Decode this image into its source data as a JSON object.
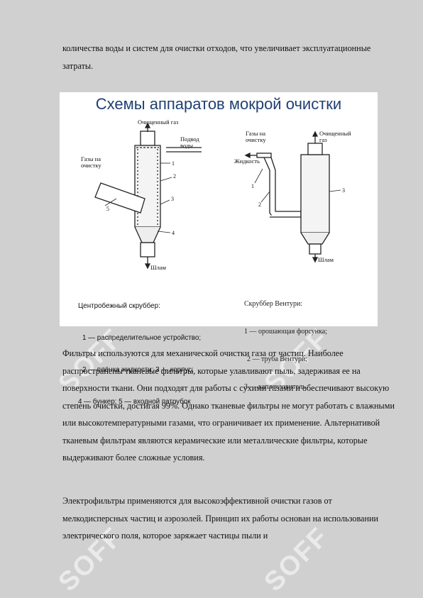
{
  "paragraphs": {
    "p1": "количества воды и систем для очистки отходов, что увеличивает эксплуатационные затраты.",
    "p2": "Фильтры используются для механической очистки газа от частиц. Наиболее распространены тканевые фильтры, которые улавливают пыль, задерживая ее на поверхности ткани. Они подходят для работы с сухими газами и обеспечивают высокую степень очистки, достигая 99%. Однако тканевые фильтры не могут работать с влажными или высокотемпературными газами, что ограничивает их применение. Альтернативой тканевым фильтрам являются керамические или металлические фильтры, которые выдерживают более сложные условия.",
    "p3": "Электрофильтры применяются для высокоэффективной очистки газов от мелкодисперсных частиц и аэрозолей. Принцип их работы основан на использовании электрического поля, которое заряжает частицы пыли и"
  },
  "figure": {
    "title": "Схемы аппаратов мокрой очистки",
    "left": {
      "label_top": "Очищенный газ",
      "label_water": "Подвод воды",
      "label_gas_in": "Газы на очистку",
      "label_bottom": "Шлам",
      "numbers": [
        "1",
        "2",
        "3",
        "4",
        "5"
      ],
      "caption": [
        "Центробежный скруббер:",
        "1 — распределительное устройство;",
        "2 — плёнка жидкости; 3 — корпус;",
        "4 — бункер; 5 — входной патрубок"
      ]
    },
    "right": {
      "label_top": "Очищенный газ",
      "label_gas_in": "Газы на очистку",
      "label_liquid": "Жидкость",
      "label_bottom": "Шлам",
      "numbers": [
        "1",
        "2",
        "3"
      ],
      "caption": [
        "Скруббер Вентури:",
        "1 — орошающая форсунка;",
        "2 — труба Вентури;",
        "3 — каплеуловитель"
      ]
    }
  },
  "watermark": "SOFF",
  "colors": {
    "title": "#1f3f73",
    "page": "#d0d0d0",
    "watermark": "#ffffff"
  }
}
